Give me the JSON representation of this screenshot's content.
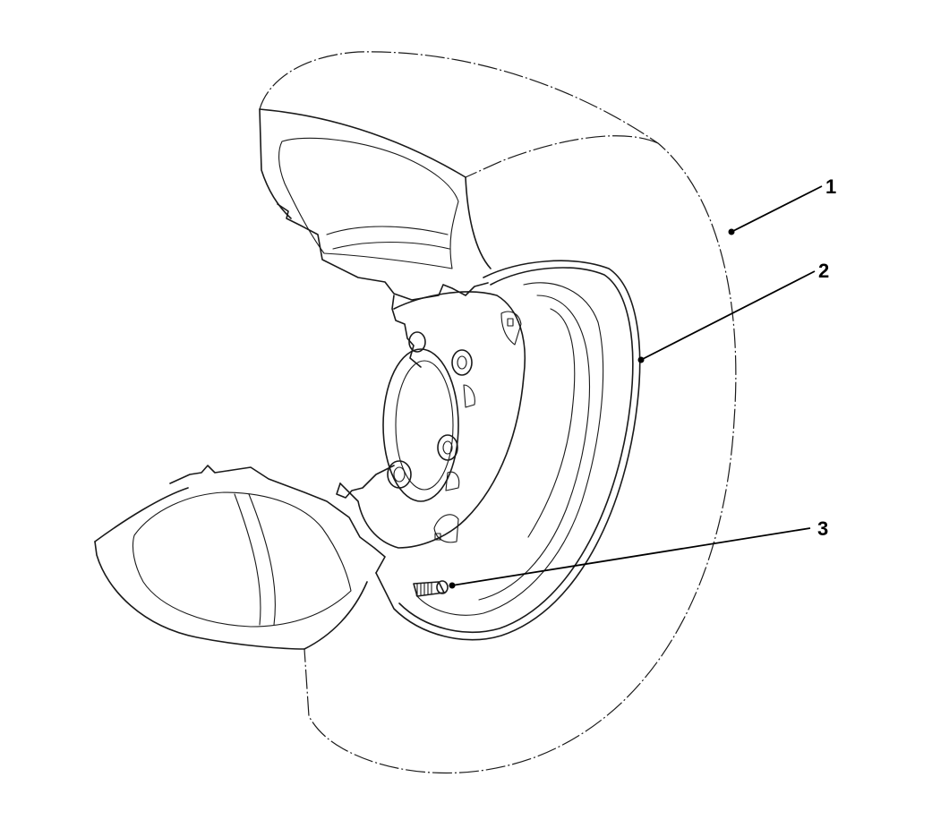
{
  "callouts": [
    {
      "id": "callout-1",
      "label": "1"
    },
    {
      "id": "callout-2",
      "label": "2"
    },
    {
      "id": "callout-3",
      "label": "3"
    }
  ],
  "colors": {
    "line": "#1a1a1a",
    "background": "#ffffff"
  }
}
